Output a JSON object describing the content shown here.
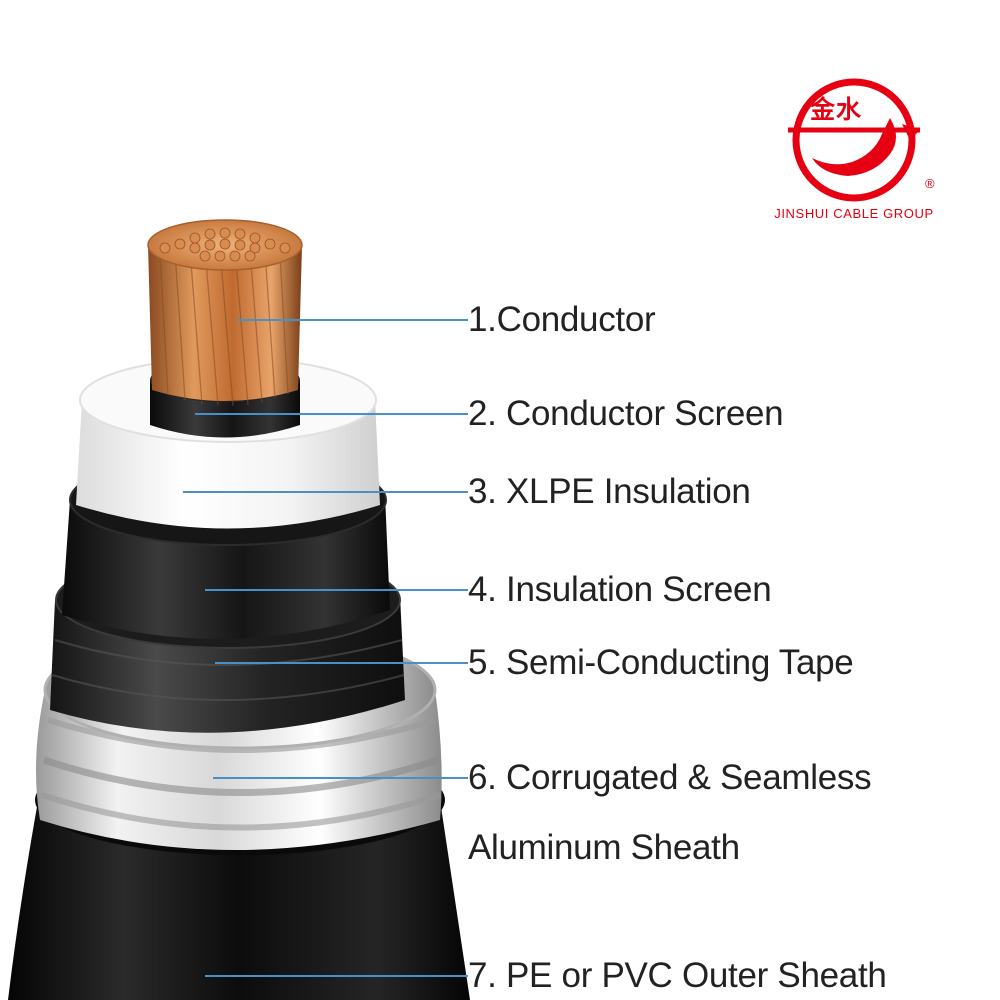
{
  "diagram": {
    "labels": [
      {
        "id": "conductor",
        "text": "1.Conductor"
      },
      {
        "id": "conductor-screen",
        "text": "2. Conductor Screen"
      },
      {
        "id": "xlpe-insulation",
        "text": "3. XLPE Insulation"
      },
      {
        "id": "insulation-screen",
        "text": "4. Insulation Screen"
      },
      {
        "id": "semi-conducting-tape",
        "text": "5. Semi-Conducting Tape"
      },
      {
        "id": "aluminum-sheath-1",
        "text": "6. Corrugated & Seamless"
      },
      {
        "id": "aluminum-sheath-2",
        "text": "Aluminum Sheath"
      },
      {
        "id": "outer-sheath",
        "text": "7. PE or PVC Outer Sheath"
      }
    ]
  },
  "logo": {
    "cn_text": "金水",
    "brand_text": "JINSHUI CABLE GROUP",
    "registered": "®"
  },
  "colors": {
    "leader_line": "#4a90c8",
    "logo_red": "#e60012",
    "copper": "#c8743a",
    "sheath_black": "#111111"
  }
}
